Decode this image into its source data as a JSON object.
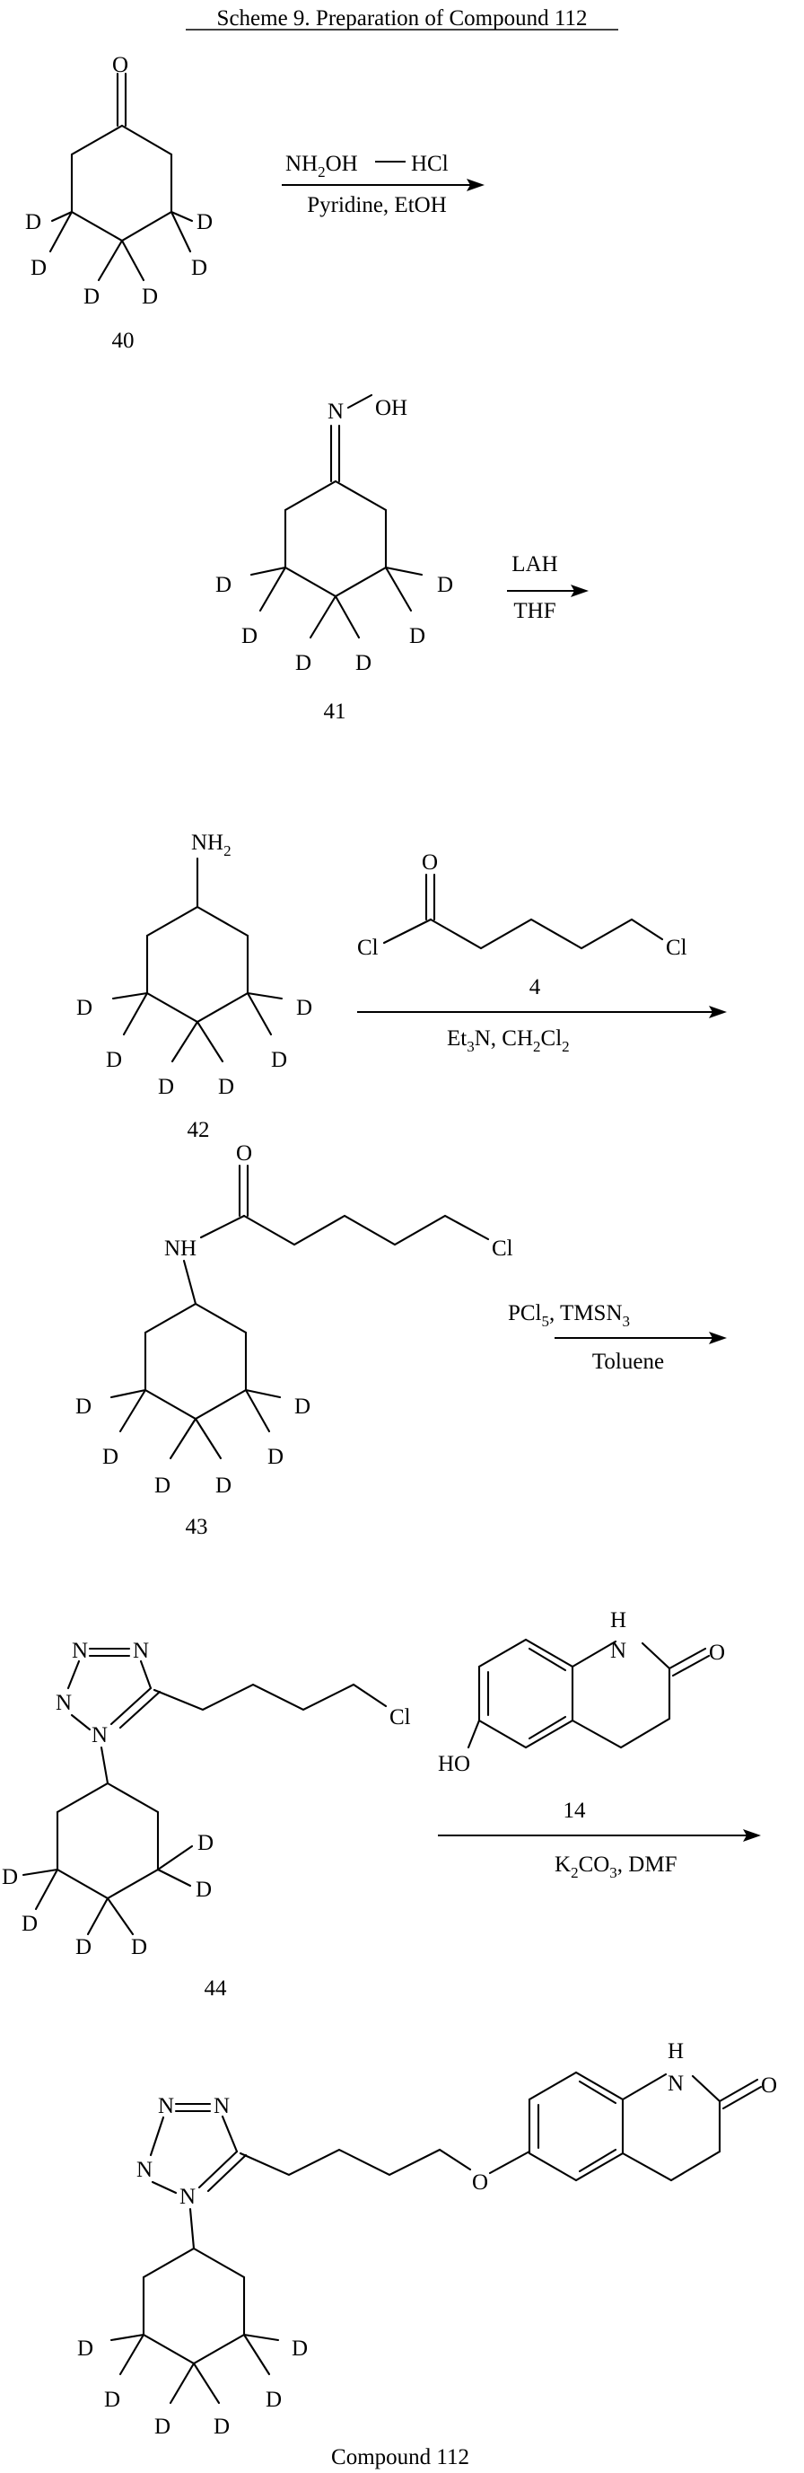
{
  "title": "Scheme 9. Preparation of Compound 112",
  "atoms": {
    "O": "O",
    "D": "D",
    "N": "N",
    "OH": "OH",
    "NH": "NH",
    "NH2_main": "NH",
    "two": "2",
    "three": "3",
    "five": "5",
    "Cl": "Cl",
    "HO": "HO",
    "H": "H"
  },
  "steps": [
    {
      "compound": "40",
      "reagent_top": "NH2OH—HCl",
      "reagent_bottom": "Pyridine, EtOH"
    },
    {
      "compound": "41",
      "reagent_top": "LAH",
      "reagent_bottom": "THF"
    },
    {
      "compound": "42",
      "reagent_compound": "4",
      "reagent_bottom": "Et3N, CH2Cl2"
    },
    {
      "compound": "43",
      "reagent_top": "PCl5, TMSN3",
      "reagent_bottom": "Toluene"
    },
    {
      "compound": "44",
      "reagent_compound": "14",
      "reagent_bottom": "K2CO3, DMF"
    }
  ],
  "reagent_text": {
    "nh2oh_a": "NH",
    "nh2oh_b": "OH",
    "hcl": "HCl",
    "pyridine": "Pyridine, EtOH",
    "lah": "LAH",
    "thf": "THF",
    "et3n_a": "Et",
    "et3n_b": "N, CH",
    "et3n_c": "Cl",
    "pcl5_a": "PCl",
    "pcl5_b": ", TMSN",
    "toluene": "Toluene",
    "k2co3_a": "K",
    "k2co3_b": "CO",
    "k2co3_c": ", DMF"
  },
  "product": "Compound 112"
}
